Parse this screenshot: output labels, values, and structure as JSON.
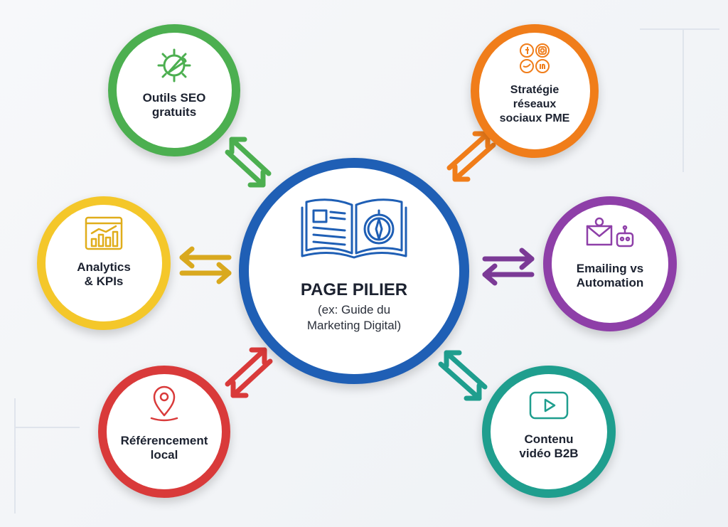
{
  "center": {
    "title": "PAGE PILIER",
    "subtitle_line1": "(ex: Guide du",
    "subtitle_line2": "Marketing Digital)",
    "color": "#1f5fb5",
    "icon": "open-book-compass-icon"
  },
  "nodes": [
    {
      "id": "seo",
      "line1": "Outils SEO",
      "line2": "gratuits",
      "line3": "",
      "color": "#4caf50",
      "icon": "gear-wrench-icon"
    },
    {
      "id": "social",
      "line1": "Stratégie",
      "line2": "réseaux",
      "line3": "sociaux PME",
      "color": "#f07d1a",
      "icon": "social-media-icons"
    },
    {
      "id": "analytics",
      "line1": "Analytics",
      "line2": "& KPIs",
      "line3": "",
      "color": "#f4c72a",
      "icon": "analytics-dashboard-icon"
    },
    {
      "id": "emailing",
      "line1": "Emailing vs",
      "line2": "Automation",
      "line3": "",
      "color": "#8e3fa8",
      "icon": "email-robot-icon"
    },
    {
      "id": "local",
      "line1": "Référencement",
      "line2": "local",
      "line3": "",
      "color": "#d93a3a",
      "icon": "location-pin-icon"
    },
    {
      "id": "video",
      "line1": "Contenu",
      "line2": "vidéo B2B",
      "line3": "",
      "color": "#1f9e8e",
      "icon": "video-play-icon"
    }
  ]
}
